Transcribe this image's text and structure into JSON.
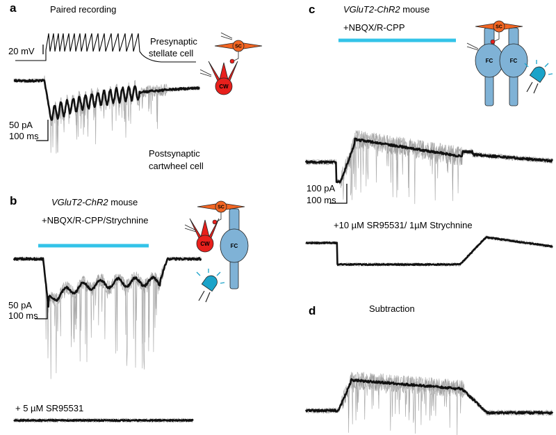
{
  "panels": {
    "a": {
      "letter": "a",
      "title": "Paired recording",
      "voltage_scale": "20 mV",
      "pre_label_1": "Presynaptic",
      "pre_label_2": "stellate cell",
      "current_scale": "50 pA",
      "time_scale": "100 ms",
      "post_label_1": "Postsynaptic",
      "post_label_2": "cartwheel cell",
      "cell_sc": "SC",
      "cell_cw": "CW"
    },
    "b": {
      "letter": "b",
      "mouse_italic": "VGluT2-ChR2",
      "mouse_suffix": " mouse",
      "condition": "+NBQX/R-CPP/Strychnine",
      "current_scale": "50 pA",
      "time_scale": "100 ms",
      "bottom_label": "+ 5 µM SR95531",
      "cell_sc": "SC",
      "cell_cw": "CW",
      "cell_fc": "FC"
    },
    "c": {
      "letter": "c",
      "mouse_italic": "VGluT2-ChR2",
      "mouse_suffix": " mouse",
      "condition": "+NBQX/R-CPP",
      "current_scale": "100 pA",
      "time_scale": "100 ms",
      "bottom_label": "+10 µM SR95531/ 1µM Strychnine",
      "cell_sc": "SC",
      "cell_fc1": "FC",
      "cell_fc2": "FC"
    },
    "d": {
      "letter": "d",
      "title": "Subtraction"
    }
  },
  "colors": {
    "light_bar": "#33c3e8",
    "stellate": "#f26522",
    "cartwheel": "#e8201c",
    "fusiform": "#7fb2d6",
    "led": "#1ba3c9",
    "trace_mean": "#111111",
    "trace_gray": "#9a9a9a"
  }
}
